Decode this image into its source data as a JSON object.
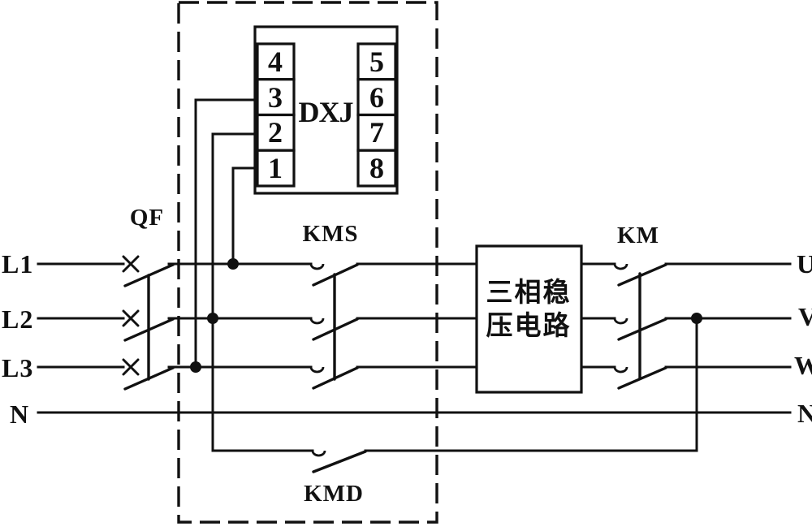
{
  "diagram": {
    "labels": {
      "input_lines": [
        "L1",
        "L2",
        "L3",
        "N"
      ],
      "output_lines": [
        "U",
        "V",
        "W",
        "N"
      ],
      "breaker": "QF",
      "contactor_supply": "KMS",
      "contactor_output": "KM",
      "contactor_bypass": "KMD",
      "relay": "DXJ",
      "relay_left_pins": [
        "4",
        "3",
        "2",
        "1"
      ],
      "relay_right_pins": [
        "5",
        "6",
        "7",
        "8"
      ],
      "stabilizer_line1": "三相稳",
      "stabilizer_line2": "压电路"
    },
    "colors": {
      "ink": "#111111",
      "background": "#ffffff"
    }
  }
}
